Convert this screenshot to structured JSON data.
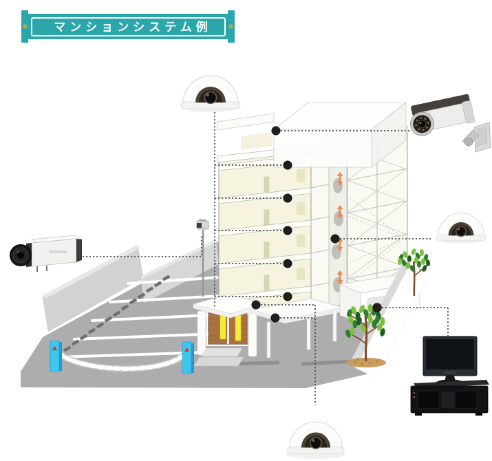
{
  "title": {
    "text": "マンションシステム例"
  },
  "banner": {
    "background": "#2BA7AC",
    "inner_border": "#FFFFFF",
    "stud_color": "#C9A63D"
  },
  "scene": {
    "equipment": [
      {
        "id": "dome-camera-top",
        "type": "dome-camera"
      },
      {
        "id": "bullet-camera-right",
        "type": "bullet-camera"
      },
      {
        "id": "dome-camera-right",
        "type": "dome-camera"
      },
      {
        "id": "box-camera-left",
        "type": "box-camera"
      },
      {
        "id": "dome-camera-bottom",
        "type": "dome-camera"
      },
      {
        "id": "pole-camera",
        "type": "pole-camera"
      },
      {
        "id": "monitor",
        "type": "lcd-monitor"
      },
      {
        "id": "recorder",
        "type": "dvr-recorder"
      }
    ],
    "colors": {
      "building_cream": "#F6F3DE",
      "ground_gray": "#ADADAD",
      "wall_gray": "#D2D2D2",
      "elevator_arrow_orange": "#EE8A4D",
      "chain_post_blue": "#3EC6EF",
      "camera_dot_black": "#1E1E1E",
      "tree_green_dark": "#2E7D32",
      "tree_green_light": "#7CC13C",
      "entrance_wood": "#AC7342",
      "entrance_light_yellow": "#F4EC3F"
    }
  }
}
